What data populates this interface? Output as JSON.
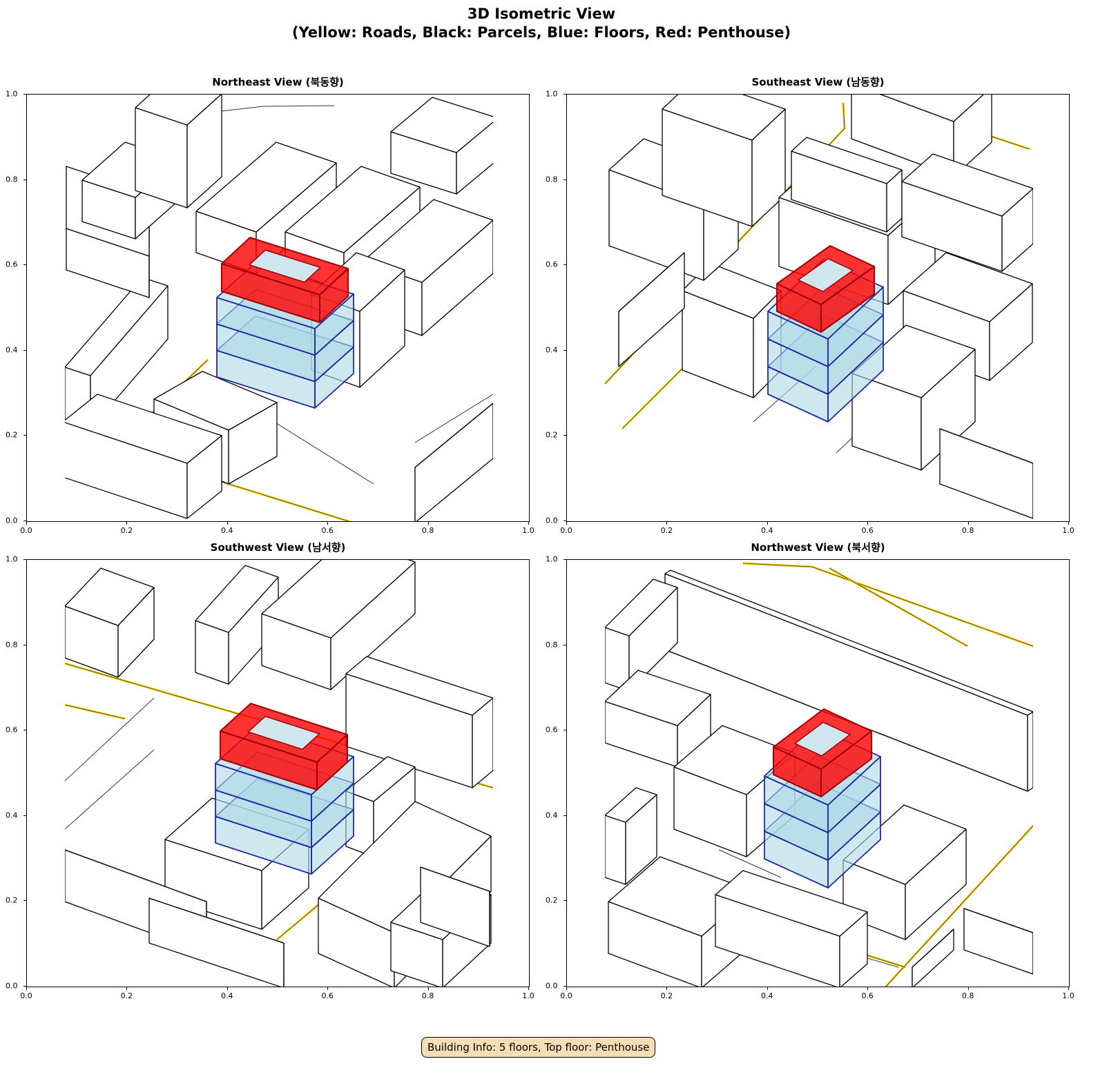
{
  "title_line1": "3D Isometric View",
  "title_line2": "(Yellow: Roads, Black: Parcels, Blue: Floors, Red: Penthouse)",
  "panels": [
    {
      "title": "Northeast View (북동향)"
    },
    {
      "title": "Southeast View (남동향)"
    },
    {
      "title": "Southwest View (남서향)"
    },
    {
      "title": "Northwest View (북서향)"
    }
  ],
  "ticks": [
    "0.0",
    "0.2",
    "0.4",
    "0.6",
    "0.8",
    "1.0"
  ],
  "info": "Building Info: 5 floors, Top floor: Penthouse",
  "colors": {
    "road": "#ffd000",
    "parcel": "#000000",
    "floor": "#add8e6",
    "floor_edge": "#1f2aa0",
    "penthouse": "#ff0000"
  }
}
